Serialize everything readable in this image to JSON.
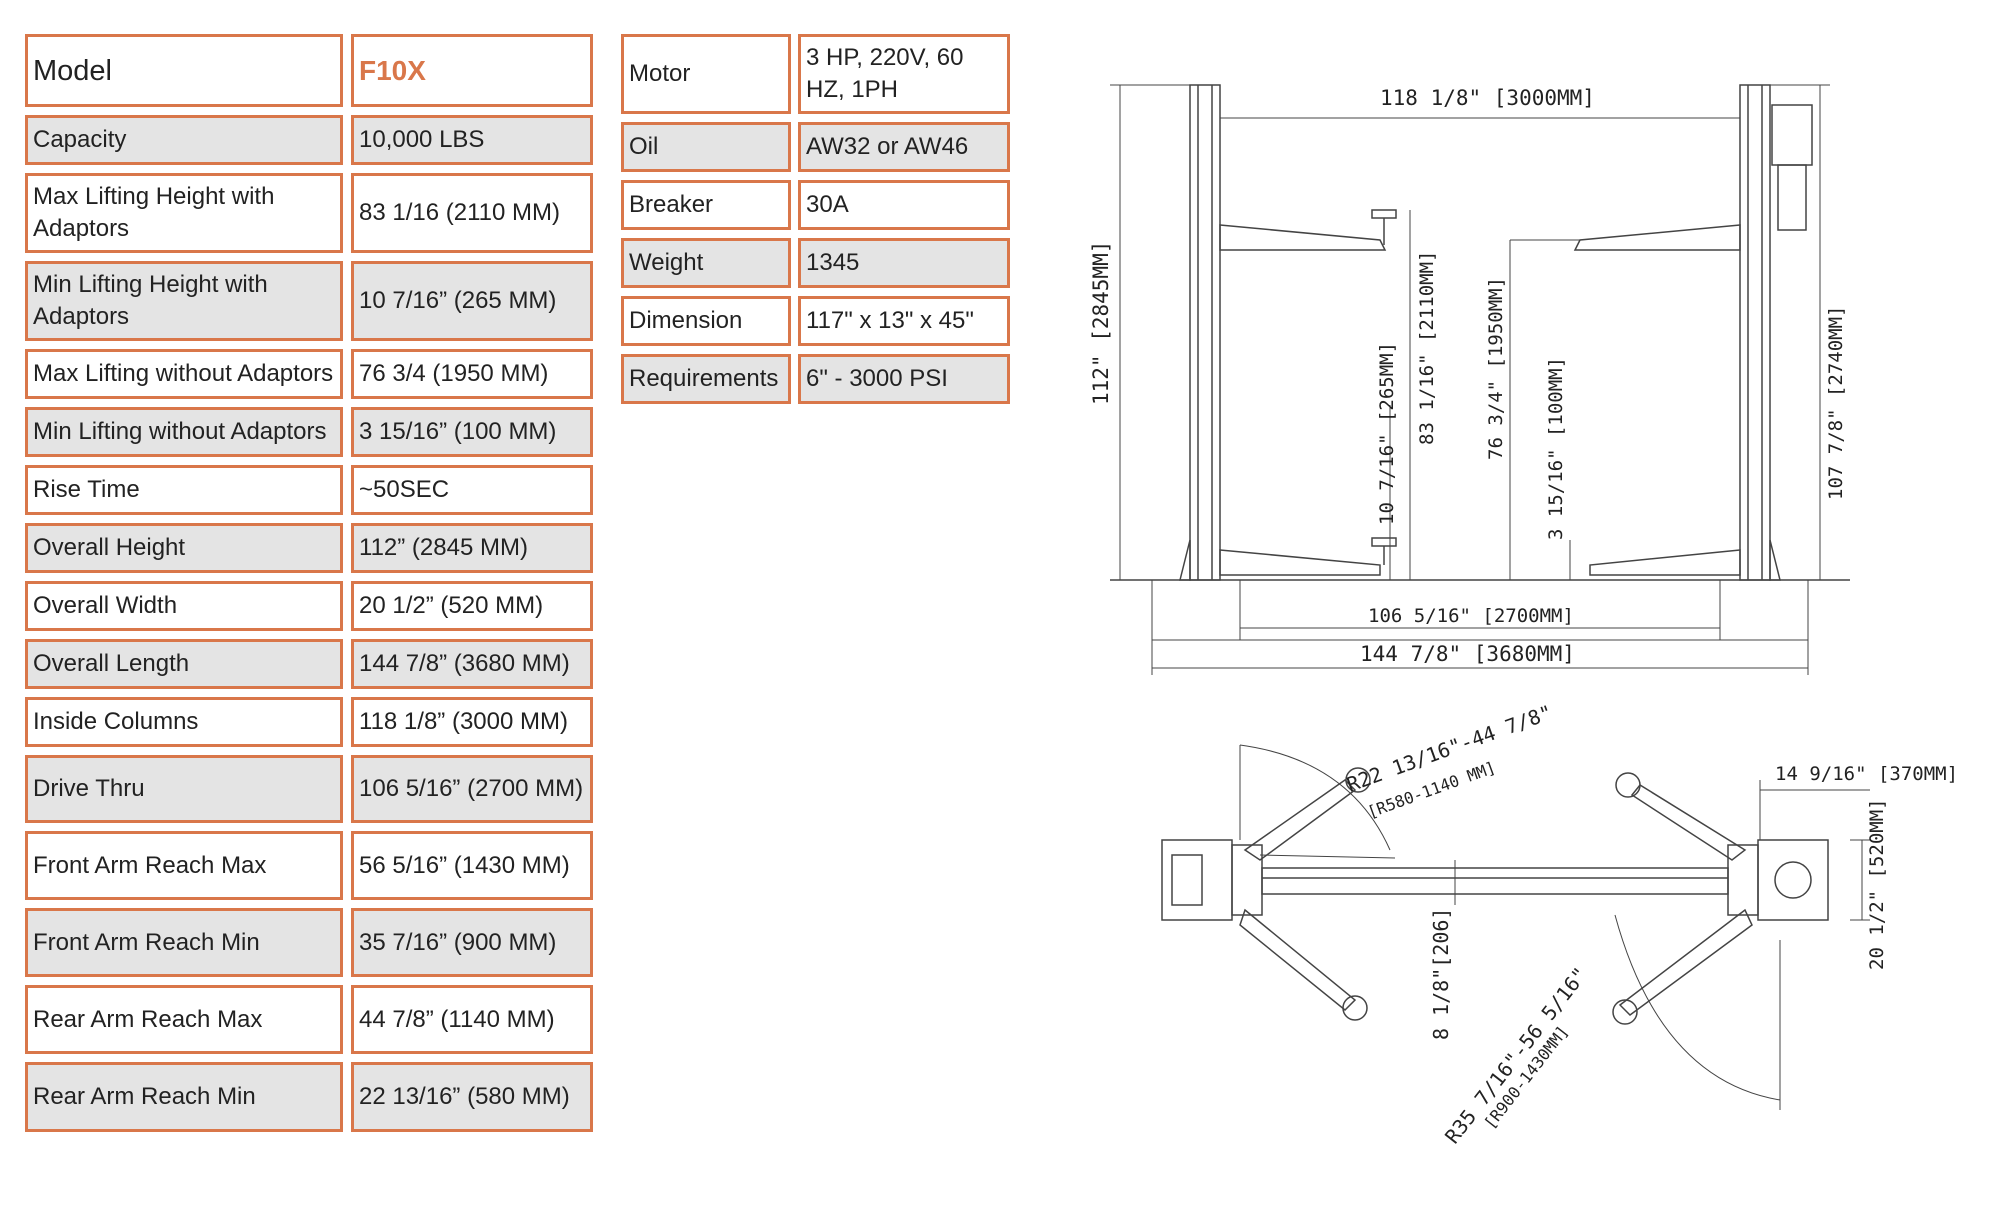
{
  "left_table": {
    "rows": [
      {
        "label": "Model",
        "value": "F10X"
      },
      {
        "label": "Capacity",
        "value": "10,000 LBS"
      },
      {
        "label": "Max Lifting Height with Adaptors",
        "value": "83 1/16 (2110 MM)"
      },
      {
        "label": "Min Lifting Height with Adaptors",
        "value": "10 7/16” (265 MM)"
      },
      {
        "label": "Max Lifting without Adaptors",
        "value": "76 3/4 (1950 MM)"
      },
      {
        "label": "Min Lifting without Adaptors",
        "value": "3 15/16” (100 MM)"
      },
      {
        "label": "Rise Time",
        "value": "~50SEC"
      },
      {
        "label": "Overall Height",
        "value": "112” (2845 MM)"
      },
      {
        "label": "Overall Width",
        "value": "20 1/2” (520 MM)"
      },
      {
        "label": "Overall Length",
        "value": "144 7/8” (3680 MM)"
      },
      {
        "label": "Inside Columns",
        "value": "118 1/8” (3000 MM)"
      },
      {
        "label": "Drive Thru",
        "value": "106 5/16” (2700 MM)"
      },
      {
        "label": "Front Arm Reach Max",
        "value": "56 5/16” (1430 MM)"
      },
      {
        "label": "Front Arm Reach Min",
        "value": "35 7/16” (900 MM)"
      },
      {
        "label": "Rear Arm Reach Max",
        "value": "44 7/8” (1140 MM)"
      },
      {
        "label": "Rear Arm Reach Min",
        "value": "22 13/16” (580 MM)"
      }
    ]
  },
  "right_table": {
    "rows": [
      {
        "label": "Motor",
        "value": "3 HP, 220V, 60 HZ, 1PH"
      },
      {
        "label": "Oil",
        "value": "AW32 or AW46"
      },
      {
        "label": "Breaker",
        "value": "30A"
      },
      {
        "label": "Weight",
        "value": "1345"
      },
      {
        "label": "Dimension",
        "value": "117\" x 13\" x 45\""
      },
      {
        "label": "Requirements",
        "value": "6\" - 3000 PSI"
      }
    ]
  },
  "front_view": {
    "inside_columns": "118  1/8\"  [3000MM]",
    "overall_height": "112\"  [2845MM]",
    "max_adaptor": "83  1/16\"  [2110MM]",
    "min_adaptor": "10  7/16\"  [265MM]",
    "max_no_adaptor": "76  3/4\"  [1950MM]",
    "min_no_adaptor": "3  15/16\"  [100MM]",
    "column_height": "107  7/8\"  [2740MM]",
    "drive_thru": "106  5/16\"  [2700MM]",
    "overall_length": "144  7/8\"  [3680MM]"
  },
  "top_view": {
    "rear_reach": "R22  13/16\"-44  7/8\"",
    "rear_reach_mm": "[R580-1140 MM]",
    "post_depth": "14  9/16\"  [370MM]",
    "width": "20  1/2\"  [520MM]",
    "beam": "8  1/8\"[206]",
    "front_reach": "R35  7/16\"-56  5/16\"",
    "front_reach_mm": "[R900-1430MM]"
  },
  "colors": {
    "border": "#d9774a",
    "shade": "#e4e4e4",
    "model_value": "#d9774a"
  }
}
